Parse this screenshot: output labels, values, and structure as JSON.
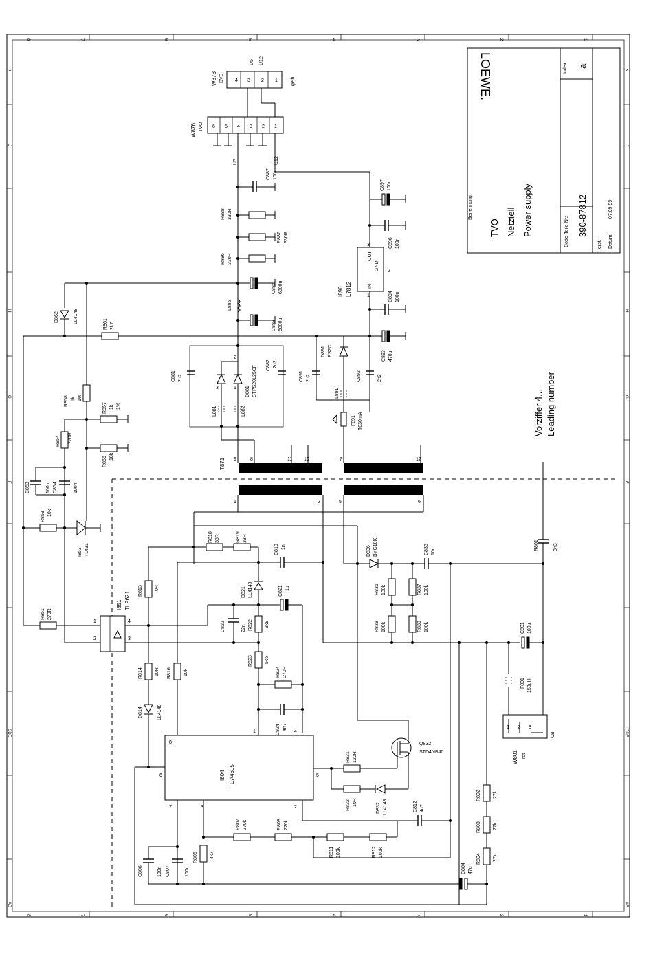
{
  "title_block": {
    "logo": "LOEWE.",
    "benennung_label": "Benennung:",
    "name_line1": "TVO",
    "name_line2": "Netzteil",
    "name_line3": "Power supply",
    "code_label": "Code-Teile-Nr.:",
    "code_number": "390-87812",
    "erst_label": "erst.:",
    "datum_label": "Datum:",
    "date": "07.09.99",
    "index_label": "Index",
    "index_value": "a"
  },
  "note": {
    "line1": "Vorziffer 4...",
    "line2": "Leading number"
  },
  "border": {
    "columns": [
      "8",
      "7",
      "6",
      "5",
      "4",
      "3",
      "2",
      "1"
    ],
    "rows": [
      "K",
      "J",
      "HI",
      "G",
      "F",
      "CDE",
      "AB"
    ]
  },
  "components": {
    "W878": "W878",
    "W878_val": "DVB",
    "W878_note": "gelb",
    "W876": "W876",
    "W876_val": "TVO",
    "U5": "U5",
    "U12": "U12",
    "C887": "C887",
    "C887_val": "100n",
    "R888": "R888",
    "R888_val": "330R",
    "R887": "R887",
    "R887_val": "330R",
    "R886": "R886",
    "R886_val": "330R",
    "C886": "C886",
    "C886_val": "6800u",
    "L886": "L886",
    "C883": "C883",
    "C883_val": "6800u",
    "C897": "C897",
    "C897_val": "100u",
    "C896": "C896",
    "C896_val": "100n",
    "I896": "I896",
    "I896_val": "L7812",
    "reg_in": "IN",
    "reg_out": "OUT",
    "reg_gnd": "GND",
    "C894": "C894",
    "C894_val": "100n",
    "C893": "C893",
    "C893_val": "470u",
    "D862": "D862",
    "D862_val": "LL4148",
    "R861": "R861",
    "R861_val": "2k7",
    "C881": "C881",
    "C881_val": "2n2",
    "D881": "D881",
    "D881_val": "STPS20L25CF",
    "C882": "C882",
    "C882_val": "2n2",
    "L881": "L881",
    "L882": "L882",
    "C891": "C891",
    "C891_val": "2n2",
    "D891": "D891",
    "D891_val": "ES2C",
    "C892": "C892",
    "C892_val": "2n2",
    "L891": "L891",
    "F891": "F891",
    "F891_val": "T630mA",
    "R858": "R858",
    "R858_val": "1k",
    "R858_tol": "1%",
    "R857": "R857",
    "R857_val": "1k",
    "R857_tol": "1%",
    "R854": "R854",
    "R854_val": "270R",
    "R856": "R856",
    "R856_val": "18k",
    "C853": "C853",
    "C853_val": "100n",
    "C854": "C854",
    "C854_val": "100n",
    "R853": "R853",
    "R853_val": "10k",
    "I853": "I853",
    "I853_val": "TL431",
    "T871": "T871",
    "R818": "R818",
    "R818_val": "33R",
    "R819": "R819",
    "R819_val": "33R",
    "C819": "C819",
    "C819_val": "1n",
    "D836": "D836",
    "D836_val": "BYG10K",
    "C836": "C836",
    "C836_val": "10n",
    "R801": "R801",
    "R801_val": "3n3",
    "R813": "R813",
    "R813_val": "0R",
    "D821": "D821",
    "D821_val": "LL4148",
    "C821": "C821",
    "C821_val": "1u",
    "I851": "I851",
    "I851_val": "TLP621",
    "R851": "R851",
    "R851_val": "270R",
    "C822": "C822",
    "C822_val": "22n",
    "R822": "R822",
    "R822_val": "3k9",
    "R836": "R836",
    "R836_val": "100k",
    "R837": "R837",
    "R837_val": "100k",
    "R838": "R838",
    "R838_val": "100k",
    "R839": "R839",
    "R839_val": "100k",
    "C801": "C801",
    "C801_val": "100u",
    "R814": "R814",
    "R814_val": "10R",
    "R816": "R816",
    "R816_val": "10k",
    "R823": "R823",
    "R823_val": "5k6",
    "R824": "R824",
    "R824_val": "270R",
    "F801": "F801",
    "F801_val": "150uH",
    "D814": "D814",
    "D814_val": "LL4148",
    "C824": "C824",
    "C824_val": "4n7",
    "W801": "W801",
    "W801_val": "rot",
    "W801_note": "UB",
    "Q832": "Q832",
    "Q832_val": "STD4NB40",
    "I804": "I804",
    "I804_val": "TDA4605",
    "R831": "R831",
    "R831_val": "120R",
    "R832": "R832",
    "R832_val": "10R",
    "D832": "D832",
    "D832_val": "LL4148",
    "C812": "C812",
    "C812_val": "4n7",
    "R802": "R802",
    "R802_val": "27k",
    "R803": "R803",
    "R803_val": "27k",
    "R804": "R804",
    "R804_val": "27k",
    "R807": "R807",
    "R807_val": "270k",
    "R808": "R808",
    "R808_val": "220k",
    "R811": "R811",
    "R811_val": "100k",
    "R812": "R812",
    "R812_val": "100k",
    "R806": "R806",
    "R806_val": "4k7",
    "C806": "C806",
    "C806_val": "100n",
    "C807": "C807",
    "C807_val": "100n",
    "C804": "C804",
    "C804_val": "47u"
  },
  "pins": {
    "w876": [
      "6",
      "5",
      "4",
      "3",
      "2",
      "1"
    ],
    "w878": [
      "4",
      "3",
      "2",
      "1"
    ],
    "reg": [
      "1",
      "3",
      "2"
    ],
    "transformer_top": [
      "9",
      "8",
      "11",
      "10",
      "7",
      "12"
    ],
    "transformer_bottom": [
      "1",
      "2",
      "5",
      "6"
    ],
    "i804": [
      "8",
      "6",
      "7",
      "3",
      "2",
      "1",
      "4",
      "5"
    ],
    "i851": [
      "1",
      "2",
      "3",
      "4"
    ],
    "w801": [
      "1",
      "2",
      "3"
    ],
    "d881": [
      "3",
      "2",
      "1"
    ]
  }
}
